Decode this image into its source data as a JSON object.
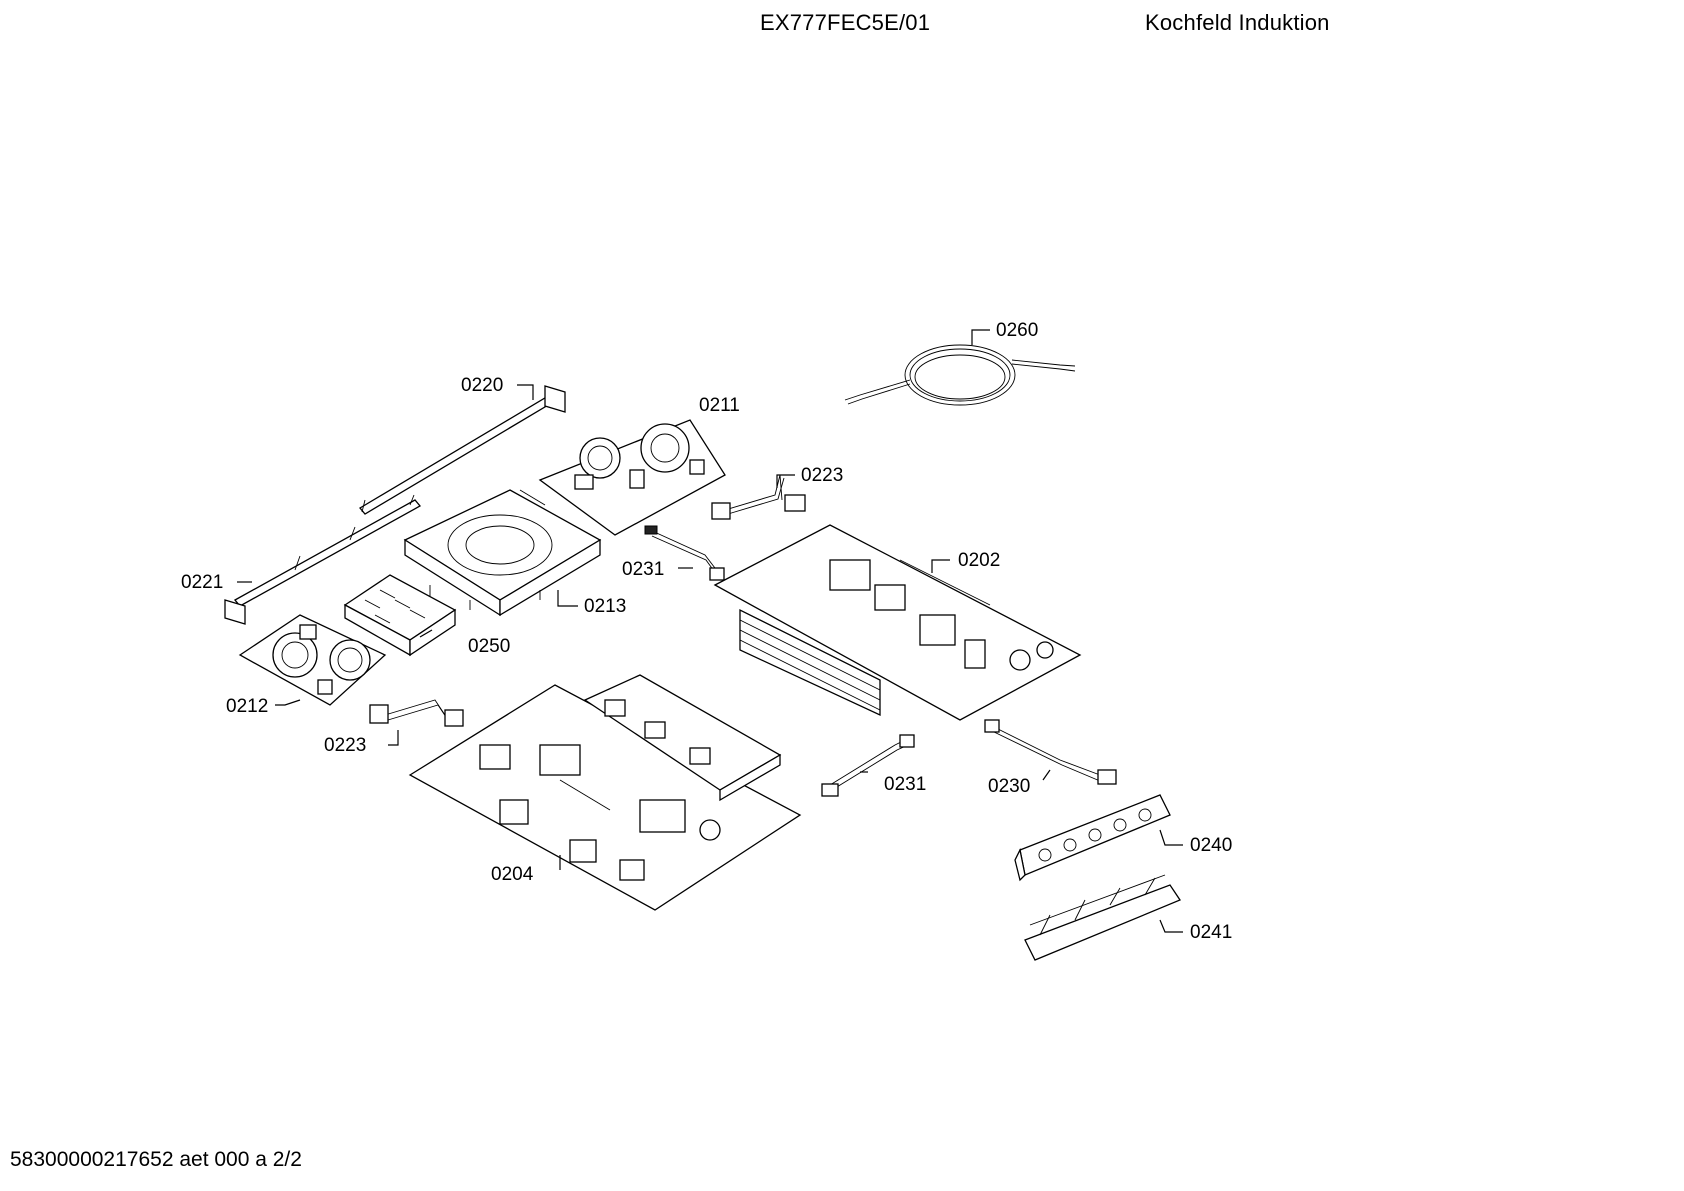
{
  "header": {
    "model": "EX777FEC5E/01",
    "description": "Kochfeld Induktion"
  },
  "footer": {
    "doc_ref": "58300000217652 aet 000 a 2/2"
  },
  "parts": {
    "p0260": "0260",
    "p0220": "0220",
    "p0211": "0211",
    "p0223a": "0223",
    "p0221": "0221",
    "p0231a": "0231",
    "p0202": "0202",
    "p0213": "0213",
    "p0250": "0250",
    "p0212": "0212",
    "p0223b": "0223",
    "p0231b": "0231",
    "p0230": "0230",
    "p0240": "0240",
    "p0204": "0204",
    "p0241": "0241"
  }
}
